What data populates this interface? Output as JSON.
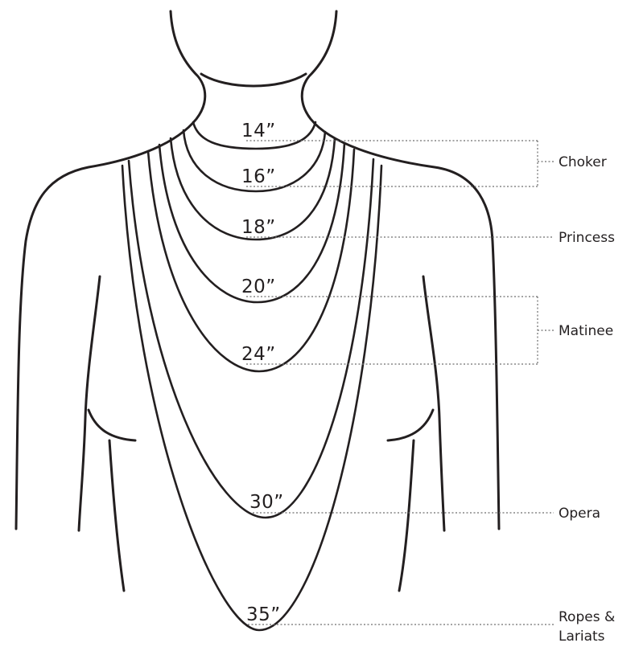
{
  "lengths": [
    {
      "label": "14”",
      "inches": 14
    },
    {
      "label": "16”",
      "inches": 16
    },
    {
      "label": "18”",
      "inches": 18
    },
    {
      "label": "20”",
      "inches": 20
    },
    {
      "label": "24”",
      "inches": 24
    },
    {
      "label": "30”",
      "inches": 30
    },
    {
      "label": "35”",
      "inches": 35
    }
  ],
  "categories": [
    {
      "label": "Choker",
      "lengths": [
        "14”",
        "16”"
      ]
    },
    {
      "label": "Princess",
      "lengths": [
        "18”"
      ]
    },
    {
      "label": "Matinee",
      "lengths": [
        "20”",
        "24”"
      ]
    },
    {
      "label": "Opera",
      "lengths": [
        "30”"
      ]
    },
    {
      "label": "Ropes &",
      "label_line2": "Lariats",
      "lengths": [
        "35”"
      ]
    }
  ]
}
